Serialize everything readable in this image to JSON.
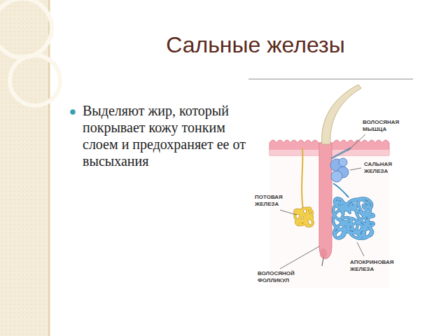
{
  "diagram": {
    "title": "Сальные железы",
    "labels": [
      "Выделяют жир, который покрывает кожу тонким слоем и предохраняет ее от высыхания",
      "ВОЛОСЯНАЯ МЫШЦА",
      "САЛЬНАЯ ЖЕЛЕЗА",
      "ПОТОВАЯ ЖЕЛЕЗА",
      "АПОКРИНОВАЯ ЖЕЛЕЗА",
      "ВОЛОСЯНОЙ ФОЛЛИКУЛ"
    ]
  }
}
